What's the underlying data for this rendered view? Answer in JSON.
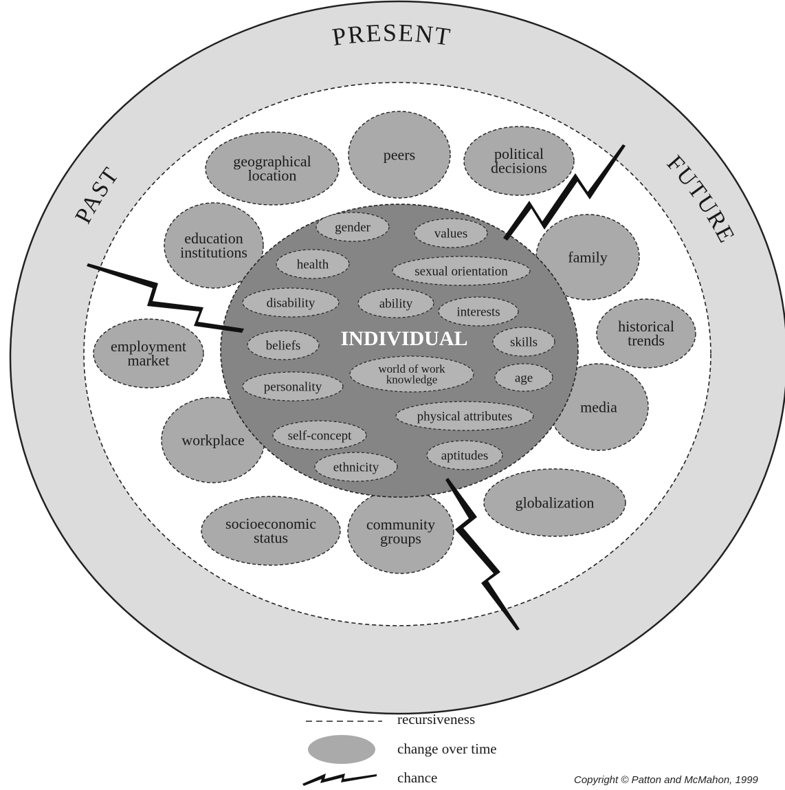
{
  "ring": {
    "top": "PRESENT",
    "left": "PAST",
    "right": "FUTURE"
  },
  "core": {
    "title": "INDIVIDUAL"
  },
  "inner_items": [
    "gender",
    "values",
    "health",
    "sexual orientation",
    "disability",
    "ability",
    "interests",
    "beliefs",
    "skills",
    "world of work\nknowledge",
    "personality",
    "age",
    "physical attributes",
    "self-concept",
    "aptitudes",
    "ethnicity"
  ],
  "outer_items": [
    "geographical\nlocation",
    "peers",
    "political\ndecisions",
    "education\ninstitutions",
    "family",
    "historical\ntrends",
    "employment\nmarket",
    "media",
    "workplace",
    "globalization",
    "socioeconomic\nstatus",
    "community\ngroups"
  ],
  "legend": {
    "recursiveness": "recursiveness",
    "change_over_time": "change over time",
    "chance": "chance"
  },
  "copyright": "Copyright © Patton and McMahon, 1999",
  "colors": {
    "ring_fill": "#dcdcdc",
    "outer_bubble": "#aaaaaa",
    "core_fill": "#858585",
    "inner_bubble": "#b4b4b4",
    "outline": "#222222"
  }
}
